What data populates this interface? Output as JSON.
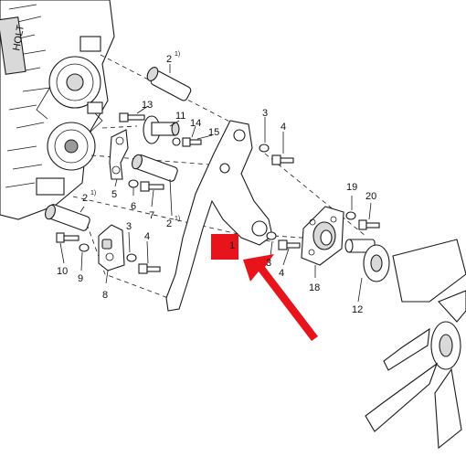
{
  "callouts": {
    "p1": "1",
    "p2a": "2",
    "p2a_note": "1)",
    "p2b": "2",
    "p2b_note": "1)",
    "p2c": "2",
    "p2c_note": "1)",
    "p3a": "3",
    "p3b": "3",
    "p3c": "3",
    "p4a": "4",
    "p4b": "4",
    "p4c": "4",
    "p5": "5",
    "p6": "6",
    "p7": "7",
    "p8": "8",
    "p9": "9",
    "p10": "10",
    "p11": "11",
    "p12": "12",
    "p13": "13",
    "p14": "14",
    "p15": "15",
    "p18": "18",
    "p19": "19",
    "p20": "20"
  },
  "colors": {
    "highlight": "#e8141b",
    "arrow": "#e8141b",
    "line": "#1a1a1a"
  }
}
